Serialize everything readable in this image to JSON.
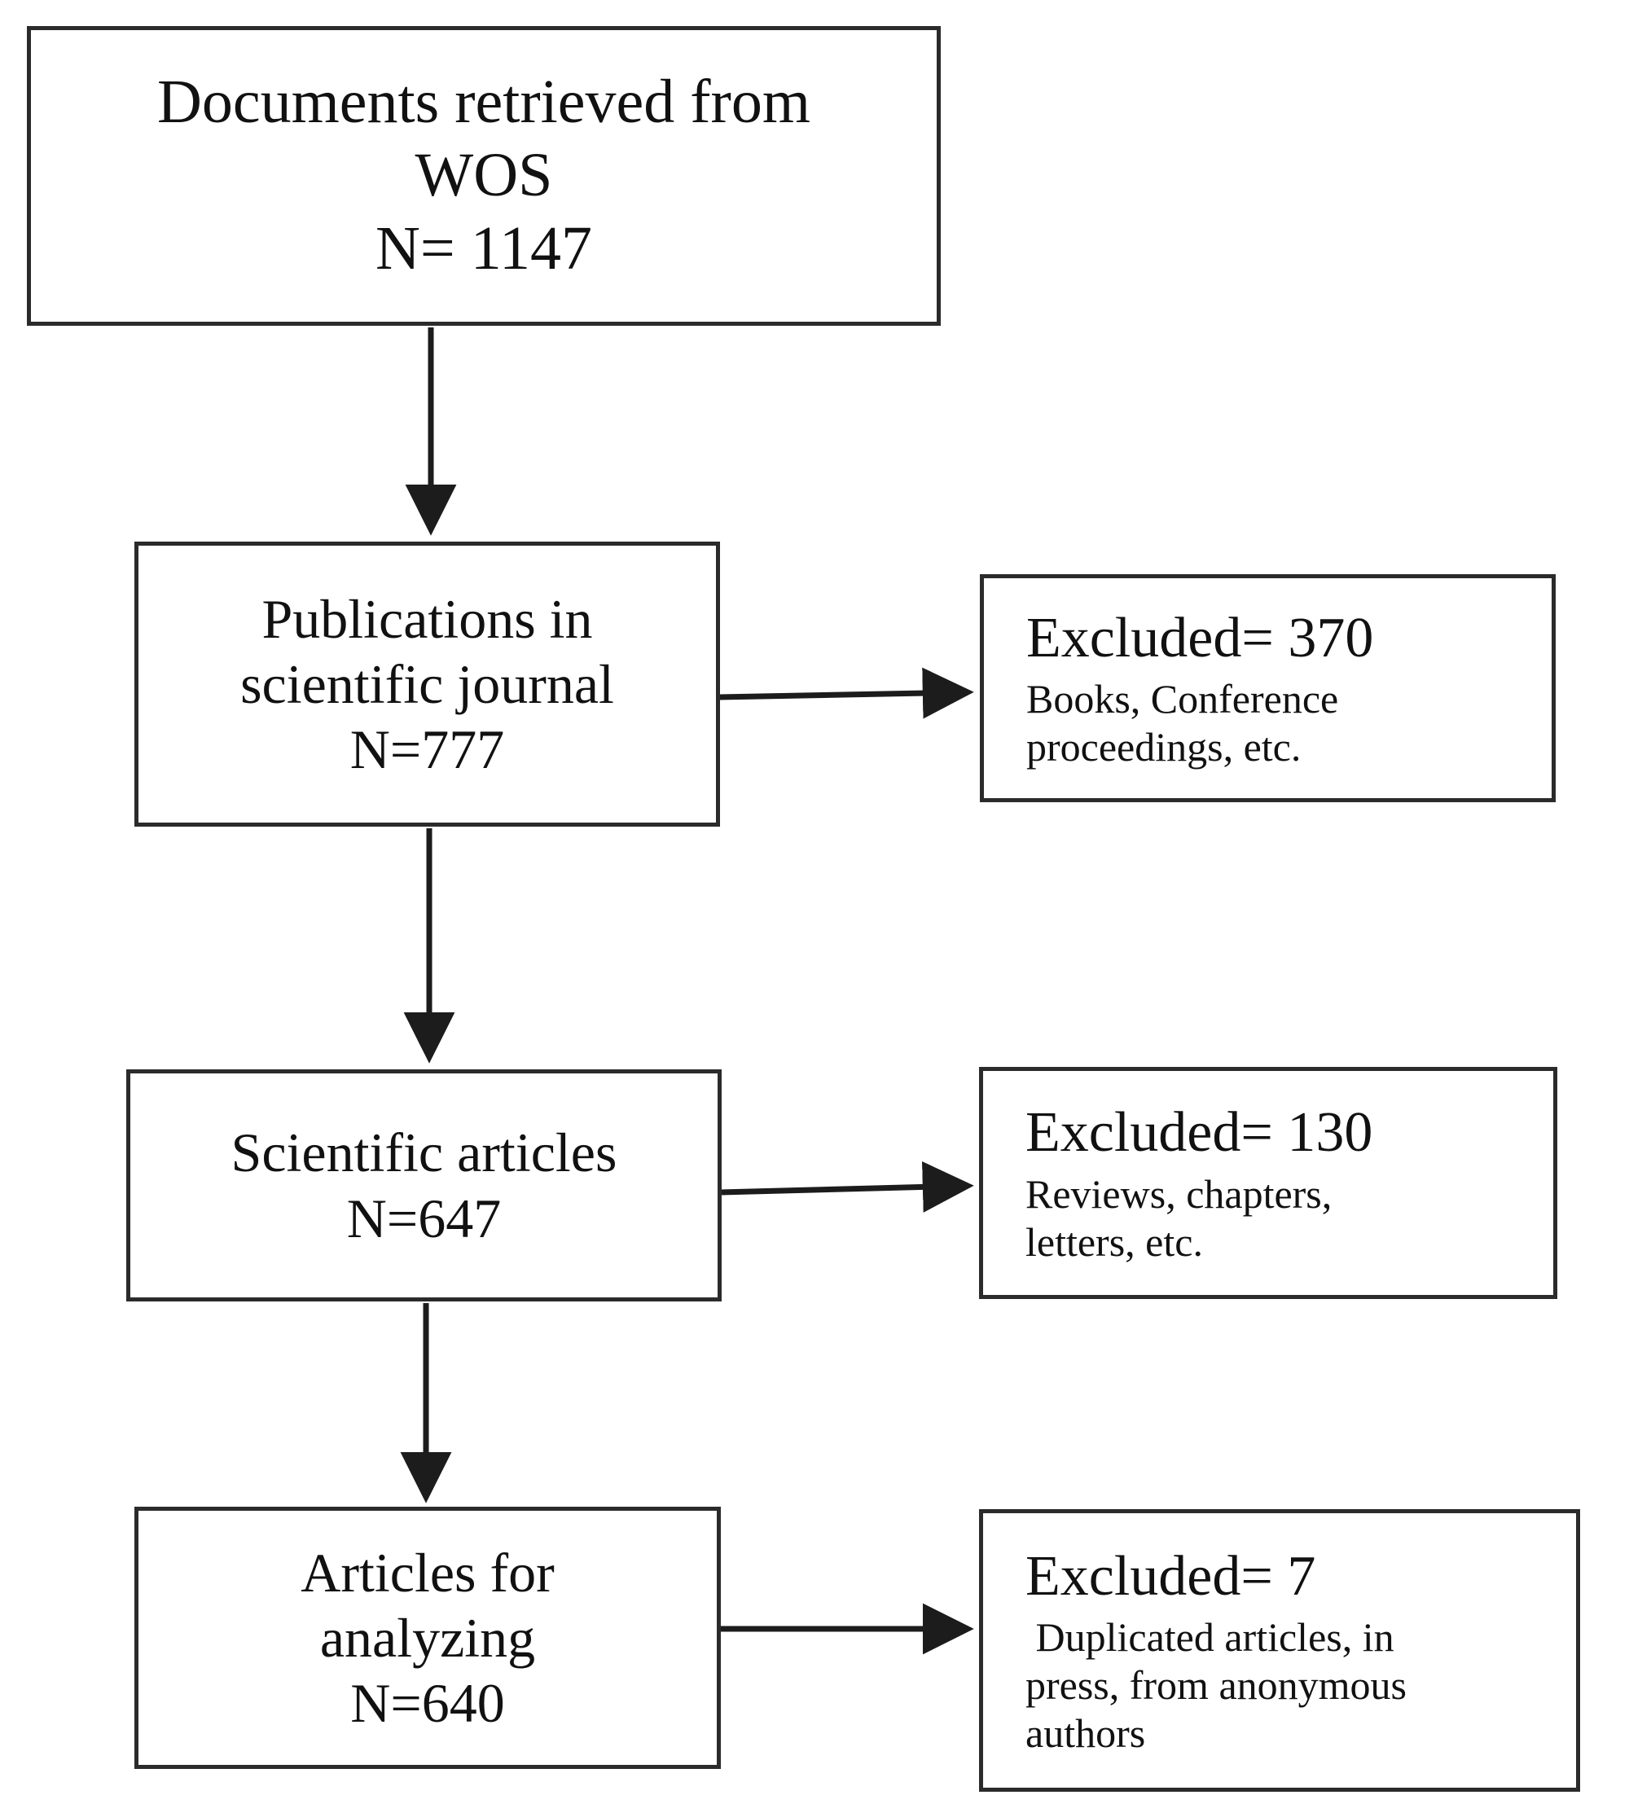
{
  "diagram": {
    "type": "prisma-flow-diagram",
    "title_present": false,
    "stroke_color": "#2b2b2b",
    "background_color": "#ffffff",
    "text_color": "#111111"
  },
  "flow_nodes": [
    {
      "id": "source",
      "line1": "Documents retrieved from",
      "line2": "WOS",
      "line3": "N= 1147",
      "count": 1147
    },
    {
      "id": "publications",
      "line1": "Publications in",
      "line2": "scientific journal",
      "line3": "N=777",
      "count": 777
    },
    {
      "id": "articles",
      "line1": "Scientific articles",
      "line2": "N=647",
      "count": 647
    },
    {
      "id": "analyzing",
      "line1": "Articles for",
      "line2": "analyzing",
      "line3": "N=640",
      "count": 640
    }
  ],
  "excluded_nodes": [
    {
      "id": "excluded-1",
      "heading": "Excluded= 370",
      "count": 370,
      "body_line1": "Books, Conference",
      "body_line2": "proceedings, etc."
    },
    {
      "id": "excluded-2",
      "heading": "Excluded= 130",
      "count": 130,
      "body_line1": "Reviews, chapters,",
      "body_line2": "letters, etc."
    },
    {
      "id": "excluded-3",
      "heading": "Excluded= 7",
      "count": 7,
      "body_line1": " Duplicated articles, in",
      "body_line2": "press, from anonymous",
      "body_line3": "authors"
    }
  ],
  "connectors": [
    {
      "id": "source-to-publications",
      "direction": "down",
      "from": "source",
      "to": "publications"
    },
    {
      "id": "publications-to-articles",
      "direction": "down",
      "from": "publications",
      "to": "articles"
    },
    {
      "id": "articles-to-analyzing",
      "direction": "down",
      "from": "articles",
      "to": "analyzing"
    },
    {
      "id": "publications-to-excluded-1",
      "direction": "right",
      "from": "publications",
      "to": "excluded-1"
    },
    {
      "id": "articles-to-excluded-2",
      "direction": "right",
      "from": "articles",
      "to": "excluded-2"
    },
    {
      "id": "analyzing-to-excluded-3",
      "direction": "right",
      "from": "analyzing",
      "to": "excluded-3"
    }
  ]
}
